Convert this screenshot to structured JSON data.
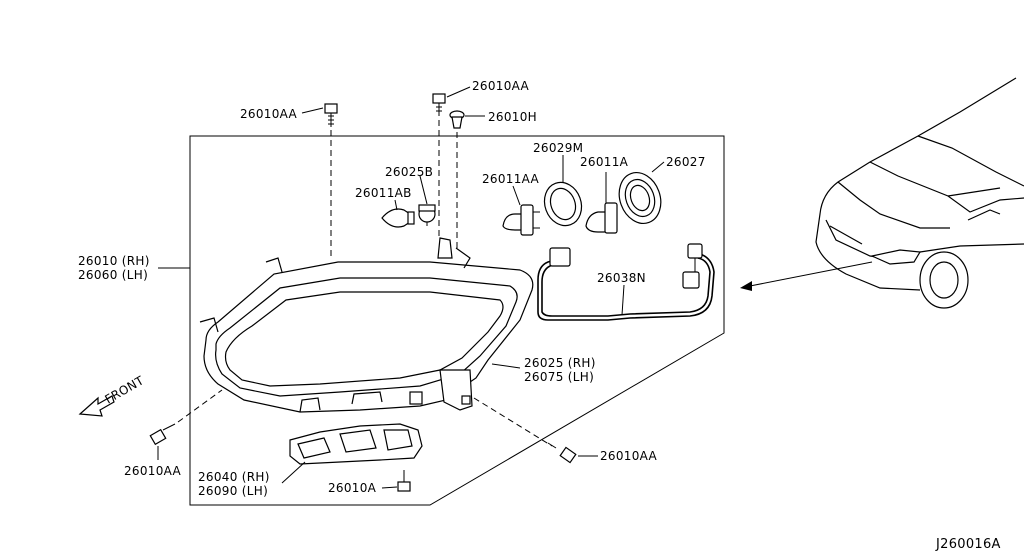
{
  "labels": {
    "bolt_top_left": "26010AA",
    "bolt_top_mid": "26010AA",
    "clip_top": "26010H",
    "socket_25b": "26025B",
    "bulb_11ab": "26011AB",
    "bulb_11aa": "26011AA",
    "cap_29m": "26029M",
    "bulb_11a": "26011A",
    "cap_27": "26027",
    "housing_rh": "26010 (RH)",
    "housing_lh": "26060 (LH)",
    "harness": "26038N",
    "lens_rh": "26025 (RH)",
    "lens_lh": "26075 (LH)",
    "bolt_bottom_left": "26010AA",
    "bracket_rh": "26040 (RH)",
    "bracket_lh": "26090 (LH)",
    "bolt_bottom_mid": "26010A",
    "bolt_bottom_right": "26010AA",
    "front": "FRONT",
    "diagram_id": "J260016A"
  }
}
